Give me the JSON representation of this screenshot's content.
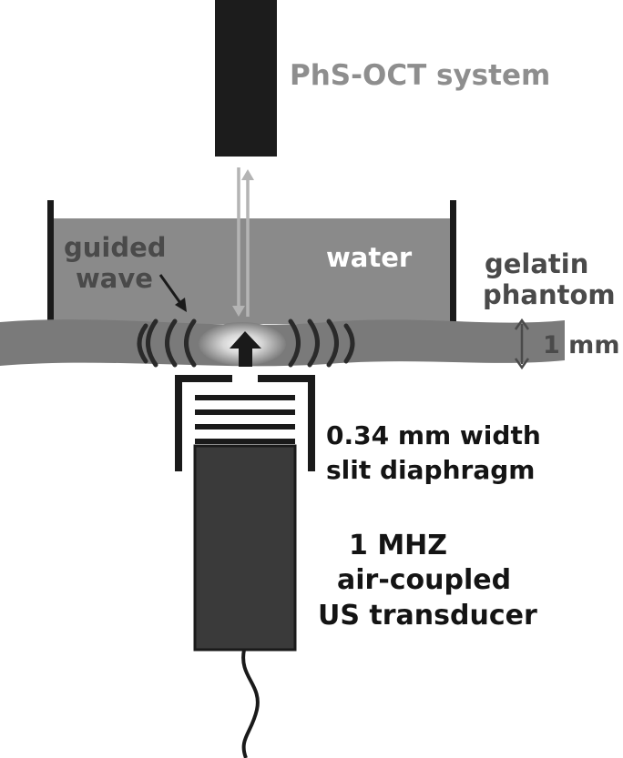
{
  "labels": {
    "system": "PhS-OCT system",
    "guided_wave_line1": "guided",
    "guided_wave_line2": "wave",
    "water": "water",
    "phantom_line1": "gelatin",
    "phantom_line2": "phantom",
    "thickness": "1 mm",
    "slit_line1": "0.34 mm width",
    "slit_line2": "slit diaphragm",
    "transducer_line1": "1 MHZ",
    "transducer_line2": "air-coupled",
    "transducer_line3": "US transducer"
  },
  "colors": {
    "oct_body": "#1c1c1c",
    "water": "#8a8a8a",
    "phantom": "#7a7a7a",
    "tank_walls": "#1a1a1a",
    "transducer": "#3a3a3a",
    "beam": "#b4b4b4",
    "wavefront": "#2a2a2a",
    "label_gray": "#8e8e8e",
    "label_dark": "#4a4a4a",
    "label_black": "#141414"
  },
  "icons": {
    "pulse_arrow": "up-arrow-icon",
    "thickness_marker": "double-headed-arrow-icon",
    "pointer": "diagonal-arrow-icon"
  }
}
